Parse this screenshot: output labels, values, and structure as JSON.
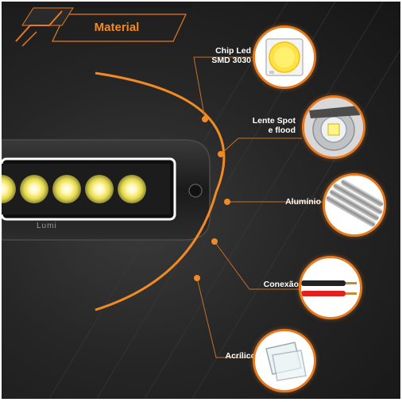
{
  "header": {
    "title": "Material"
  },
  "product": {
    "brand": "Lumi"
  },
  "materials": [
    {
      "line1": "Chip Led",
      "line2": "SMD 3030",
      "icon": "led-chip-icon"
    },
    {
      "line1": "Lente Spot",
      "line2": "e flood",
      "icon": "lens-icon"
    },
    {
      "line1": "Alumínio",
      "line2": "",
      "icon": "aluminum-rods-icon"
    },
    {
      "line1": "Conexão",
      "line2": "",
      "icon": "cable-icon"
    },
    {
      "line1": "Acrílico",
      "line2": "",
      "icon": "acrylic-icon"
    }
  ],
  "colors": {
    "accent": "#f08a24",
    "ring": "#e77a1f",
    "background": "#262626",
    "text": "#ffffff"
  }
}
